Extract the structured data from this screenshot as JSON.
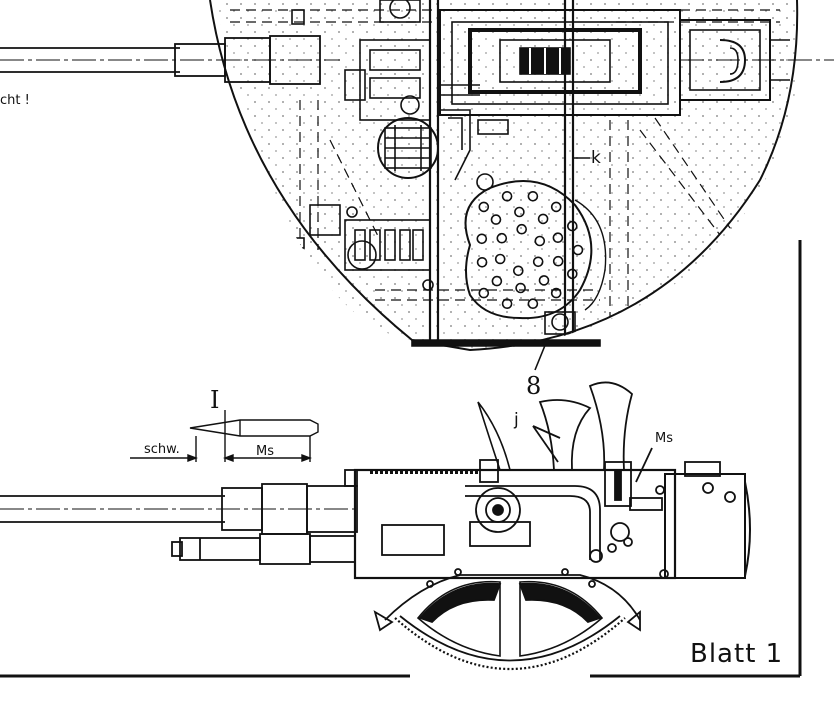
{
  "drawing": {
    "labels": {
      "text_fragment_left": "cht !",
      "callout_k": "k",
      "callout_8": "8",
      "callout_I": "I",
      "callout_j": "j",
      "dim_schw": "schw.",
      "dim_ms_round": "Ms",
      "callout_ms": "Ms",
      "sheet_label": "Blatt 1"
    },
    "colors": {
      "ink": "#111111",
      "paper": "#ffffff",
      "stipple": "#9a9a9a"
    }
  }
}
